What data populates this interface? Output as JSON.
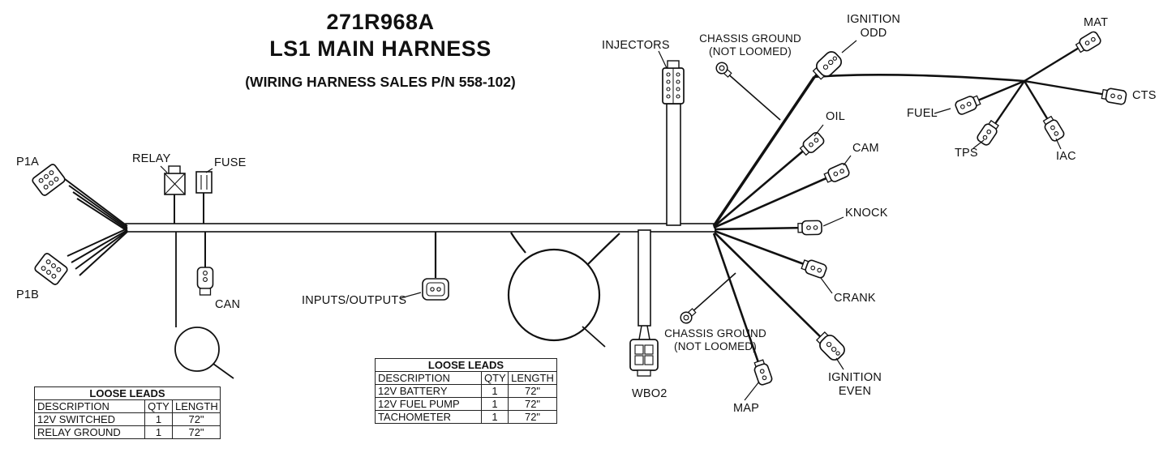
{
  "title": {
    "part_number": "271R968A",
    "name": "LS1 MAIN HARNESS",
    "sales_pn": "(WIRING HARNESS SALES P/N 558-102)"
  },
  "labels": {
    "p1a": "P1A",
    "p1b": "P1B",
    "relay": "RELAY",
    "fuse": "FUSE",
    "can": "CAN",
    "inputs_outputs": "INPUTS/OUTPUTS",
    "injectors": "INJECTORS",
    "chassis_ground_top": "CHASSIS GROUND\n(NOT LOOMED)",
    "chassis_ground_bottom": "CHASSIS GROUND\n(NOT LOOMED)",
    "ignition_odd": "IGNITION\nODD",
    "ignition_even": "IGNITION\nEVEN",
    "mat": "MAT",
    "oil": "OIL",
    "fuel": "FUEL",
    "cts": "CTS",
    "cam": "CAM",
    "tps": "TPS",
    "iac": "IAC",
    "knock": "KNOCK",
    "crank": "CRANK",
    "wbo2": "WBO2",
    "map": "MAP"
  },
  "tables": {
    "left": {
      "title": "LOOSE LEADS",
      "headers": [
        "DESCRIPTION",
        "QTY",
        "LENGTH"
      ],
      "rows": [
        [
          "12V SWITCHED",
          "1",
          "72\""
        ],
        [
          "RELAY GROUND",
          "1",
          "72\""
        ]
      ]
    },
    "center": {
      "title": "LOOSE LEADS",
      "headers": [
        "DESCRIPTION",
        "QTY",
        "LENGTH"
      ],
      "rows": [
        [
          "12V BATTERY",
          "1",
          "72\""
        ],
        [
          "12V FUEL PUMP",
          "1",
          "72\""
        ],
        [
          "TACHOMETER",
          "1",
          "72\""
        ]
      ]
    }
  },
  "colors": {
    "line": "#111111",
    "background": "#ffffff"
  }
}
